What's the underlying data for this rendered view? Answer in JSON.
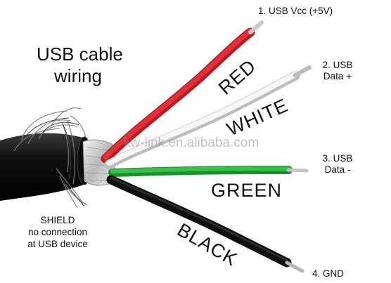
{
  "title_line1": "USB cable",
  "title_line2": "wiring",
  "watermark": "kw-link.en.alibaba.com",
  "wires": {
    "red": {
      "label": "RED",
      "color": "#d8242a"
    },
    "white": {
      "label": "WHITE",
      "color": "#eeeeee"
    },
    "green": {
      "label": "GREEN",
      "color": "#27a83a"
    },
    "black": {
      "label": "BLACK",
      "color": "#1a1a1a"
    }
  },
  "pins": {
    "vcc": "1. USB Vcc (+5V)",
    "dplus_1": "2. USB",
    "dplus_2": "Data +",
    "dminus_1": "3. USB",
    "dminus_2": "Data -",
    "gnd": "4. GND"
  },
  "shield": {
    "line1": "SHIELD",
    "line2": "no connection",
    "line3": "at USB device"
  }
}
